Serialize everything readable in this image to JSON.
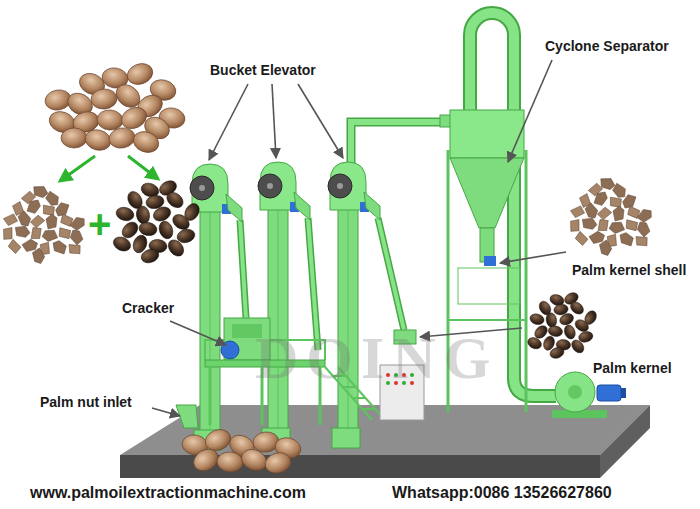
{
  "diagram": {
    "labels": [
      "Bucket Elevator",
      "Cyclone Separator",
      "+",
      "Palm kernel shell",
      "Cracker",
      "Palm kernel",
      "Palm nut inlet",
      "DOING",
      "www.palmoilextractionmachine.com",
      "Whatsapp:0086 13526627860"
    ]
  }
}
